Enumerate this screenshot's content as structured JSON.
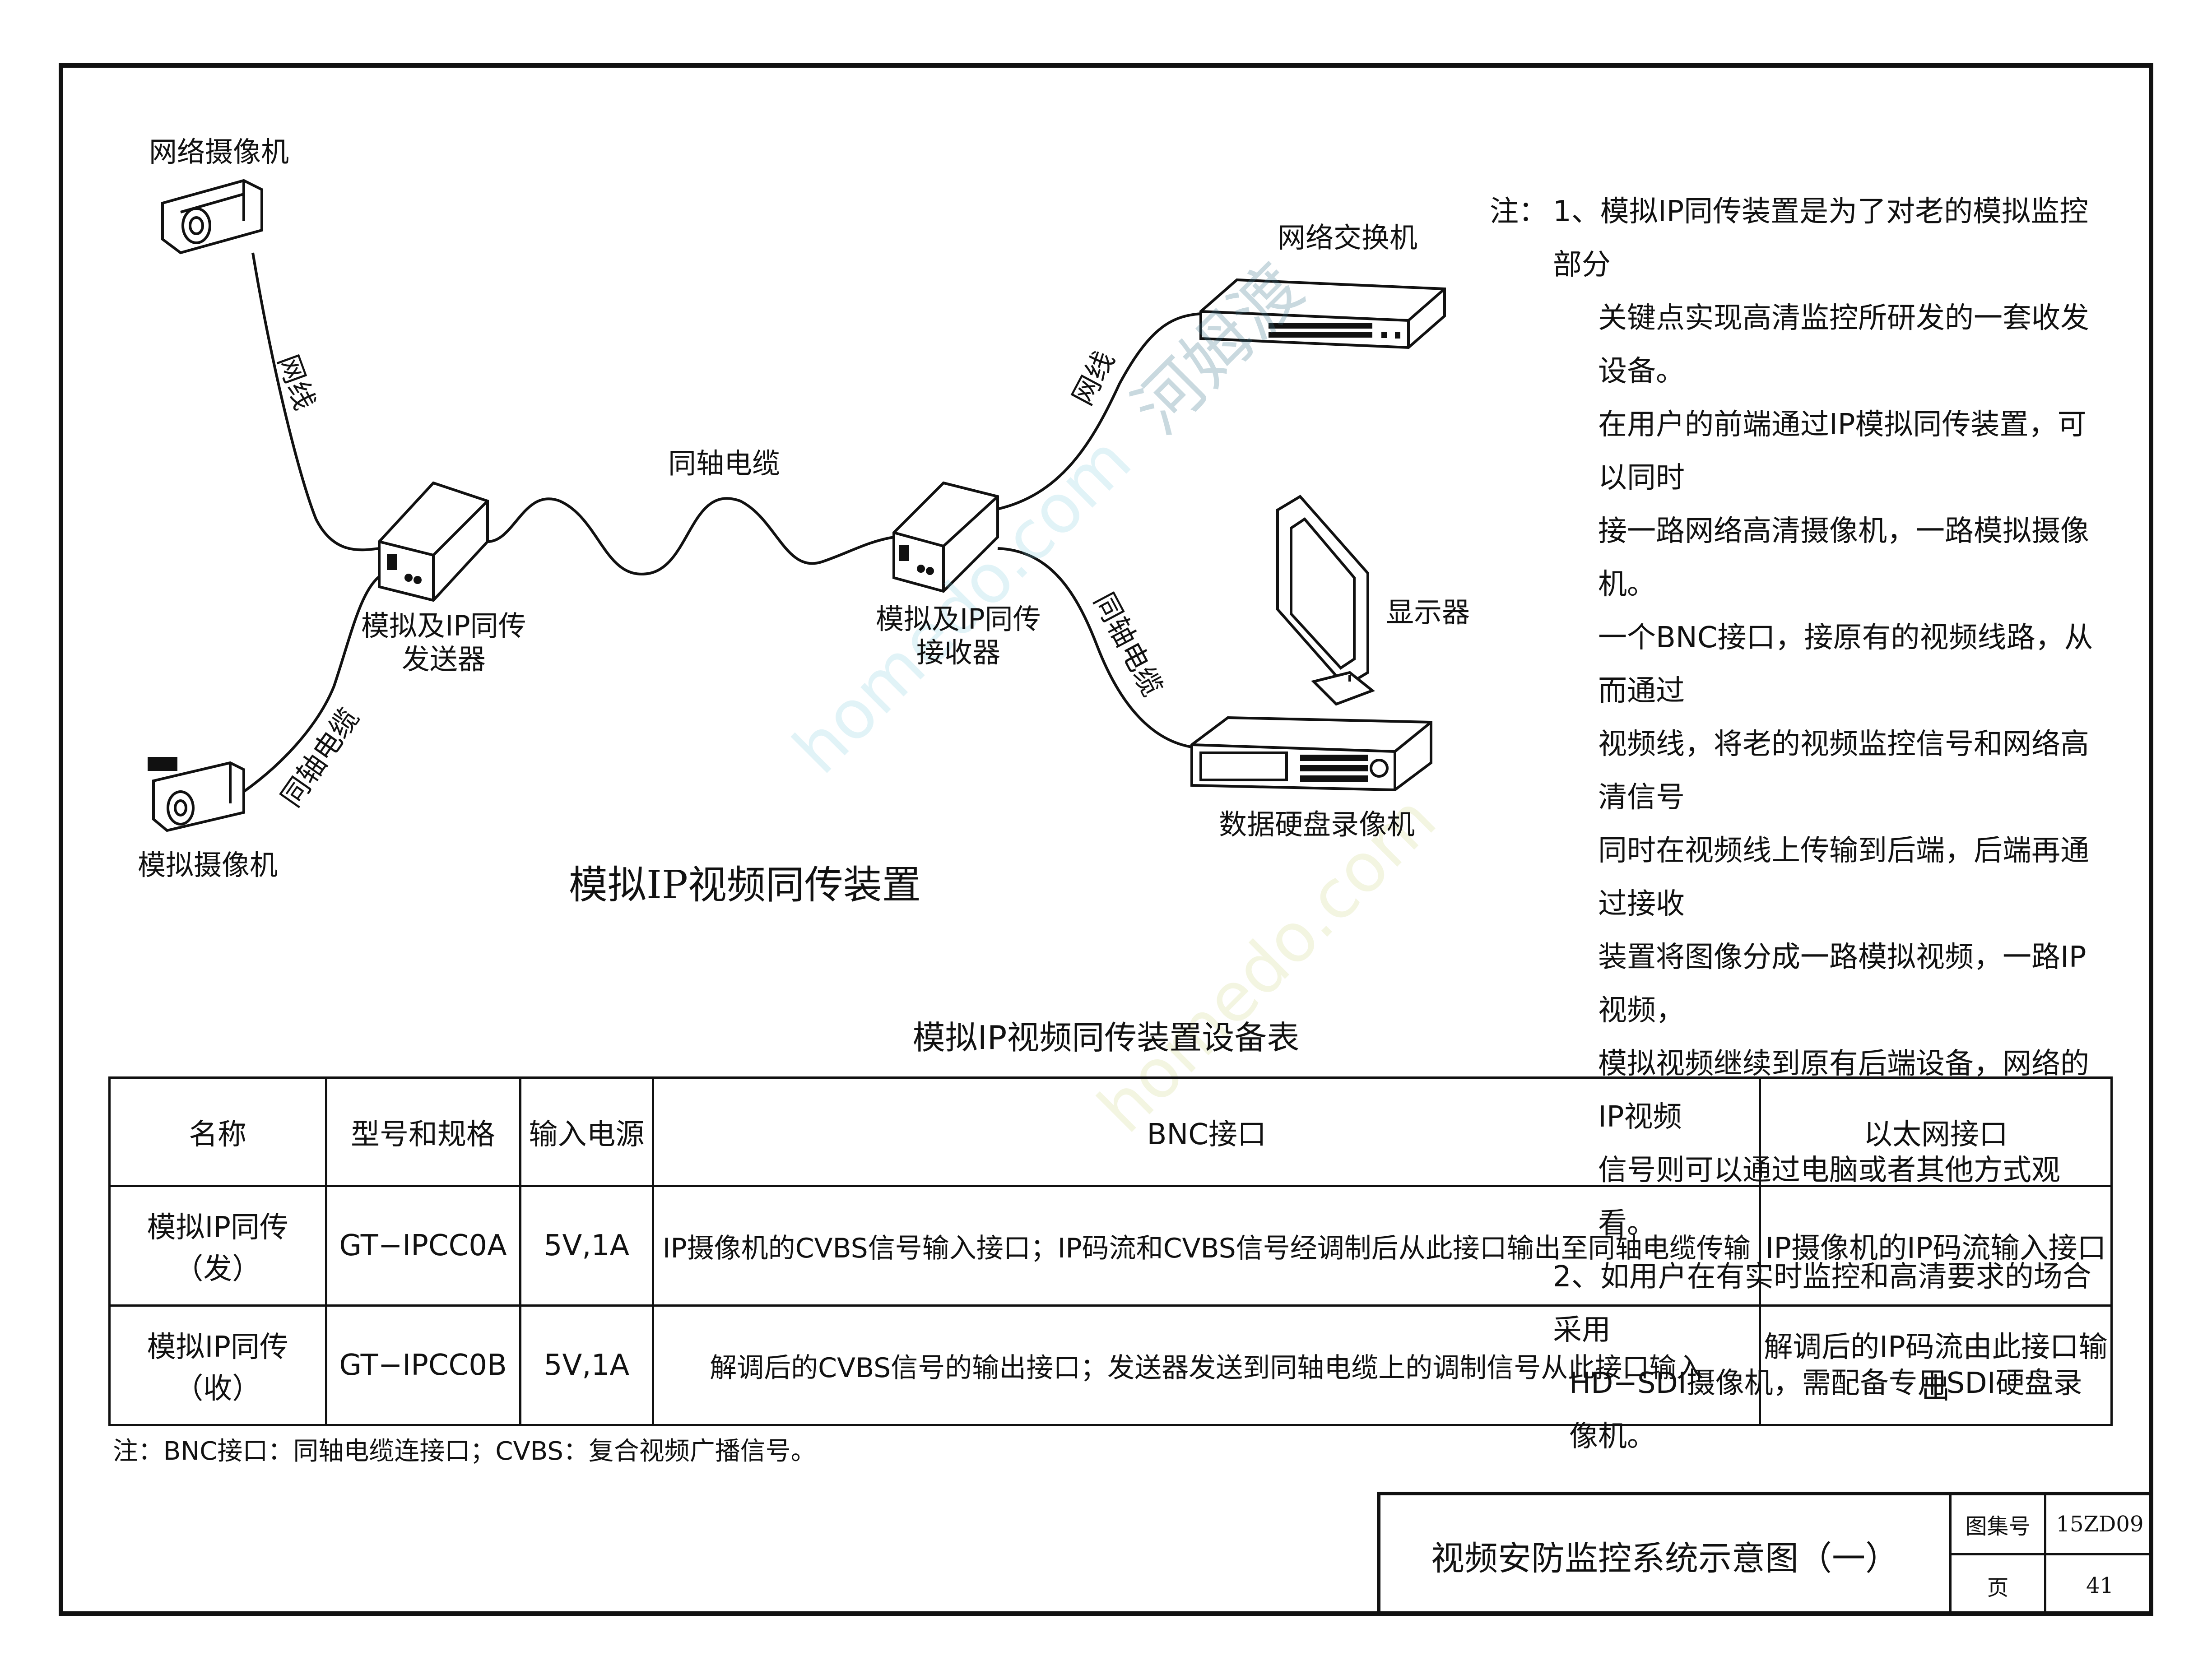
{
  "diagram": {
    "labels": {
      "network_camera": "网络摄像机",
      "analog_camera": "模拟摄像机",
      "network_switch": "网络交换机",
      "display": "显示器",
      "dvr": "数据硬盘录像机",
      "transmitter": "模拟及IP同传\n发送器",
      "receiver": "模拟及IP同传\n接收器",
      "coax_cable": "同轴电缆",
      "net_cable": "网线"
    },
    "title": "模拟IP视频同传装置"
  },
  "notes": {
    "prefix": "注：",
    "item1_lines": [
      "1、模拟IP同传装置是为了对老的模拟监控部分",
      "关键点实现高清监控所研发的一套收发设备。",
      "在用户的前端通过IP模拟同传装置，可以同时",
      "接一路网络高清摄像机，一路模拟摄像机。",
      "一个BNC接口，接原有的视频线路，从而通过",
      "视频线，将老的视频监控信号和网络高清信号",
      "同时在视频线上传输到后端，后端再通过接收",
      "装置将图像分成一路模拟视频，一路IP视频，",
      "模拟视频继续到原有后端设备，网络的IP视频",
      "信号则可以通过电脑或者其他方式观看。"
    ],
    "item2_lines": [
      "2、如用户在有实时监控和高清要求的场合采用",
      "HD−SDI摄像机，需配备专用SDI硬盘录像机。"
    ]
  },
  "table": {
    "title": "模拟IP视频同传装置设备表",
    "headers": [
      "名称",
      "型号和规格",
      "输入电源",
      "BNC接口",
      "以太网接口"
    ],
    "rows": [
      [
        "模拟IP同传（发）",
        "GT−IPCC0A",
        "5V,1A",
        "IP摄像机的CVBS信号输入接口；IP码流和CVBS信号经调制后从此接口输出至同轴电缆传输",
        "IP摄像机的IP码流输入接口"
      ],
      [
        "模拟IP同传（收）",
        "GT−IPCC0B",
        "5V,1A",
        "解调后的CVBS信号的输出接口；发送器发送到同轴电缆上的调制信号从此接口输入",
        "解调后的IP码流由此接口输出"
      ]
    ],
    "footnote": "注：BNC接口：同轴电缆连接口；CVBS：复合视频广播信号。"
  },
  "title_block": {
    "drawing_title": "视频安防监控系统示意图（一）",
    "atlas_label": "图集号",
    "atlas_no": "15ZD09",
    "page_label": "页",
    "page_no": "41"
  },
  "watermark": {
    "text_cn": "河姆渡",
    "text_en": "homedo.com"
  }
}
